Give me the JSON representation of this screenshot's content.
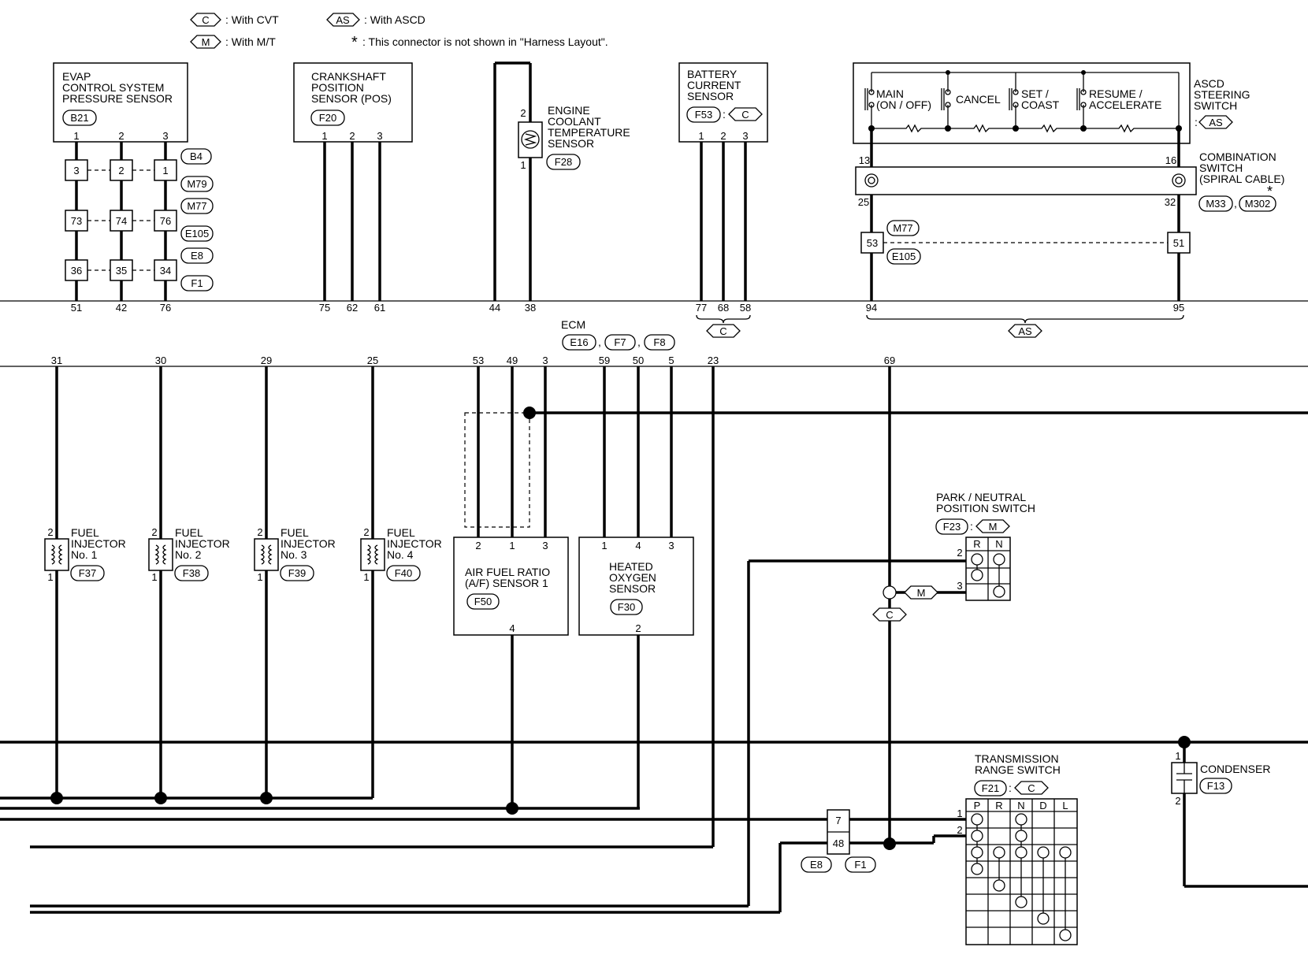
{
  "legend": {
    "c_code": "C",
    "c_text": ": With CVT",
    "m_code": "M",
    "m_text": ": With M/T",
    "as_code": "AS",
    "as_text": ": With ASCD",
    "star": "*",
    "star_text": ": This connector is not shown in \"Harness Layout\"."
  },
  "evap": {
    "line1": "EVAP",
    "line2": "CONTROL SYSTEM",
    "line3": "PRESSURE SENSOR",
    "conn": "B21",
    "pins": [
      "1",
      "2",
      "3"
    ],
    "j1": [
      "3",
      "2",
      "1"
    ],
    "j2": [
      "73",
      "74",
      "76"
    ],
    "j3": [
      "36",
      "35",
      "34"
    ],
    "c1": "B4",
    "c2": "M79",
    "c3": "M77",
    "c4": "E105",
    "c5": "E8",
    "c6": "F1",
    "ecm_pins": [
      "51",
      "42",
      "76"
    ]
  },
  "ckp": {
    "line1": "CRANKSHAFT",
    "line2": "POSITION",
    "line3": "SENSOR (POS)",
    "conn": "F20",
    "pins": [
      "1",
      "2",
      "3"
    ],
    "ecm_pins": [
      "75",
      "62",
      "61"
    ]
  },
  "ect": {
    "line1": "ENGINE",
    "line2": "COOLANT",
    "line3": "TEMPERATURE",
    "line4": "SENSOR",
    "conn": "F28",
    "pin_top": "2",
    "pin_bot": "1",
    "ecm_pins": [
      "44",
      "38"
    ]
  },
  "battery": {
    "line1": "BATTERY",
    "line2": "CURRENT",
    "line3": "SENSOR",
    "conn": "F53",
    "cond": "C",
    "pins": [
      "1",
      "2",
      "3"
    ],
    "ecm_pins": [
      "77",
      "68",
      "58"
    ],
    "group_code": "C"
  },
  "ascd": {
    "sw_main": "MAIN",
    "sw_main2": "(ON / OFF)",
    "sw_cancel": "CANCEL",
    "sw_set": "SET /",
    "sw_set2": "COAST",
    "sw_resume": "RESUME /",
    "sw_resume2": "ACCELERATE",
    "title1": "ASCD",
    "title2": "STEERING",
    "title3": "SWITCH",
    "title_code": "AS",
    "pin13": "13",
    "pin16": "16",
    "pin25": "25",
    "pin32": "32",
    "comb1": "COMBINATION",
    "comb2": "SWITCH",
    "comb3": "(SPIRAL CABLE)",
    "comb_c1": "M33",
    "comb_c2": "M302",
    "comb_star": "*",
    "j53": "53",
    "j51": "51",
    "jc1": "M77",
    "jc2": "E105",
    "ecm_pins": [
      "94",
      "95"
    ],
    "group_code": "AS"
  },
  "ecm": {
    "title": "ECM",
    "c1": "E16",
    "c2": "F7",
    "c3": "F8",
    "pins_bottom": [
      "31",
      "30",
      "29",
      "25",
      "53",
      "49",
      "3",
      "59",
      "50",
      "5",
      "23",
      "69"
    ]
  },
  "injectors": [
    {
      "l1": "FUEL",
      "l2": "INJECTOR",
      "l3": "No. 1",
      "conn": "F37"
    },
    {
      "l1": "FUEL",
      "l2": "INJECTOR",
      "l3": "No. 2",
      "conn": "F38"
    },
    {
      "l1": "FUEL",
      "l2": "INJECTOR",
      "l3": "No. 3",
      "conn": "F39"
    },
    {
      "l1": "FUEL",
      "l2": "INJECTOR",
      "l3": "No. 4",
      "conn": "F40"
    }
  ],
  "inj_pin_top": "2",
  "inj_pin_bot": "1",
  "af": {
    "l1": "AIR FUEL RATIO",
    "l2": "(A/F) SENSOR 1",
    "conn": "F50",
    "pins": [
      "2",
      "1",
      "3"
    ],
    "pin_bot": "4"
  },
  "ho2": {
    "l1": "HEATED",
    "l2": "OXYGEN",
    "l3": "SENSOR",
    "conn": "F30",
    "pins": [
      "1",
      "4",
      "3"
    ],
    "pin_bot": "2"
  },
  "pnp": {
    "l1": "PARK / NEUTRAL",
    "l2": "POSITION SWITCH",
    "conn": "F23",
    "cond": "M",
    "cols": [
      "R",
      "N"
    ],
    "pin2": "2",
    "pin3": "3",
    "tag_m": "M",
    "tag_c": "C"
  },
  "trs": {
    "l1": "TRANSMISSION",
    "l2": "RANGE SWITCH",
    "conn": "F21",
    "cond": "C",
    "cols": [
      "P",
      "R",
      "N",
      "D",
      "L"
    ],
    "pin1": "1",
    "pin2": "2"
  },
  "junction": {
    "p7": "7",
    "p48": "48",
    "c1": "E8",
    "c2": "F1"
  },
  "condenser": {
    "label": "CONDENSER",
    "conn": "F13",
    "pin1": "1",
    "pin2": "2"
  }
}
